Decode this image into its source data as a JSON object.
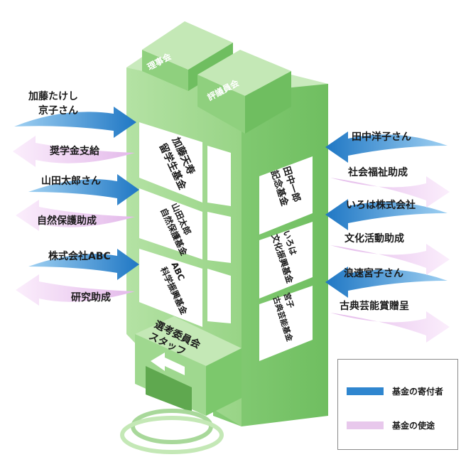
{
  "roof": {
    "board_of_directors": "理事会",
    "council": "評議員会"
  },
  "front_funds": [
    {
      "id": "kato",
      "name": "加藤天寿\n留学生基金"
    },
    {
      "id": "yamada",
      "name": "山田太郎\n自然保護基金"
    },
    {
      "id": "abc",
      "name": "ABC\n科学振興基金"
    }
  ],
  "side_funds": [
    {
      "id": "tanaka",
      "name": "田中一郎\n記念基金"
    },
    {
      "id": "iroha",
      "name": "いろは\n文化振興基金"
    },
    {
      "id": "naniwa",
      "name": "宮子\n古典芸能基金"
    }
  ],
  "left_flows": [
    {
      "donor": "加藤たけし\n京子さん",
      "use": "奨学金支給"
    },
    {
      "donor": "山田太郎さん",
      "use": "自然保護助成"
    },
    {
      "donor": "株式会社ABC",
      "use": "研究助成"
    }
  ],
  "right_flows": [
    {
      "donor": "田中洋子さん",
      "use": "社会福祉助成"
    },
    {
      "donor": "いろは株式会社",
      "use": "文化活動助成"
    },
    {
      "donor": "浪速宮子さん",
      "use": "古典芸能賞贈呈"
    }
  ],
  "entrance": {
    "label": "選考委員会\nスタッフ"
  },
  "legend": {
    "donor": {
      "label": "基金の寄付者",
      "color": "#2f86cf"
    },
    "use": {
      "label": "基金の使途",
      "color": "#e8c8ec"
    }
  },
  "colors": {
    "building_front": "#9fd88f",
    "building_side": "#7cc86c",
    "building_top": "#c4e8b6",
    "panel": "#ffffff",
    "donor_arrow": "#2f86cf",
    "use_arrow": "#e8c8ec"
  }
}
